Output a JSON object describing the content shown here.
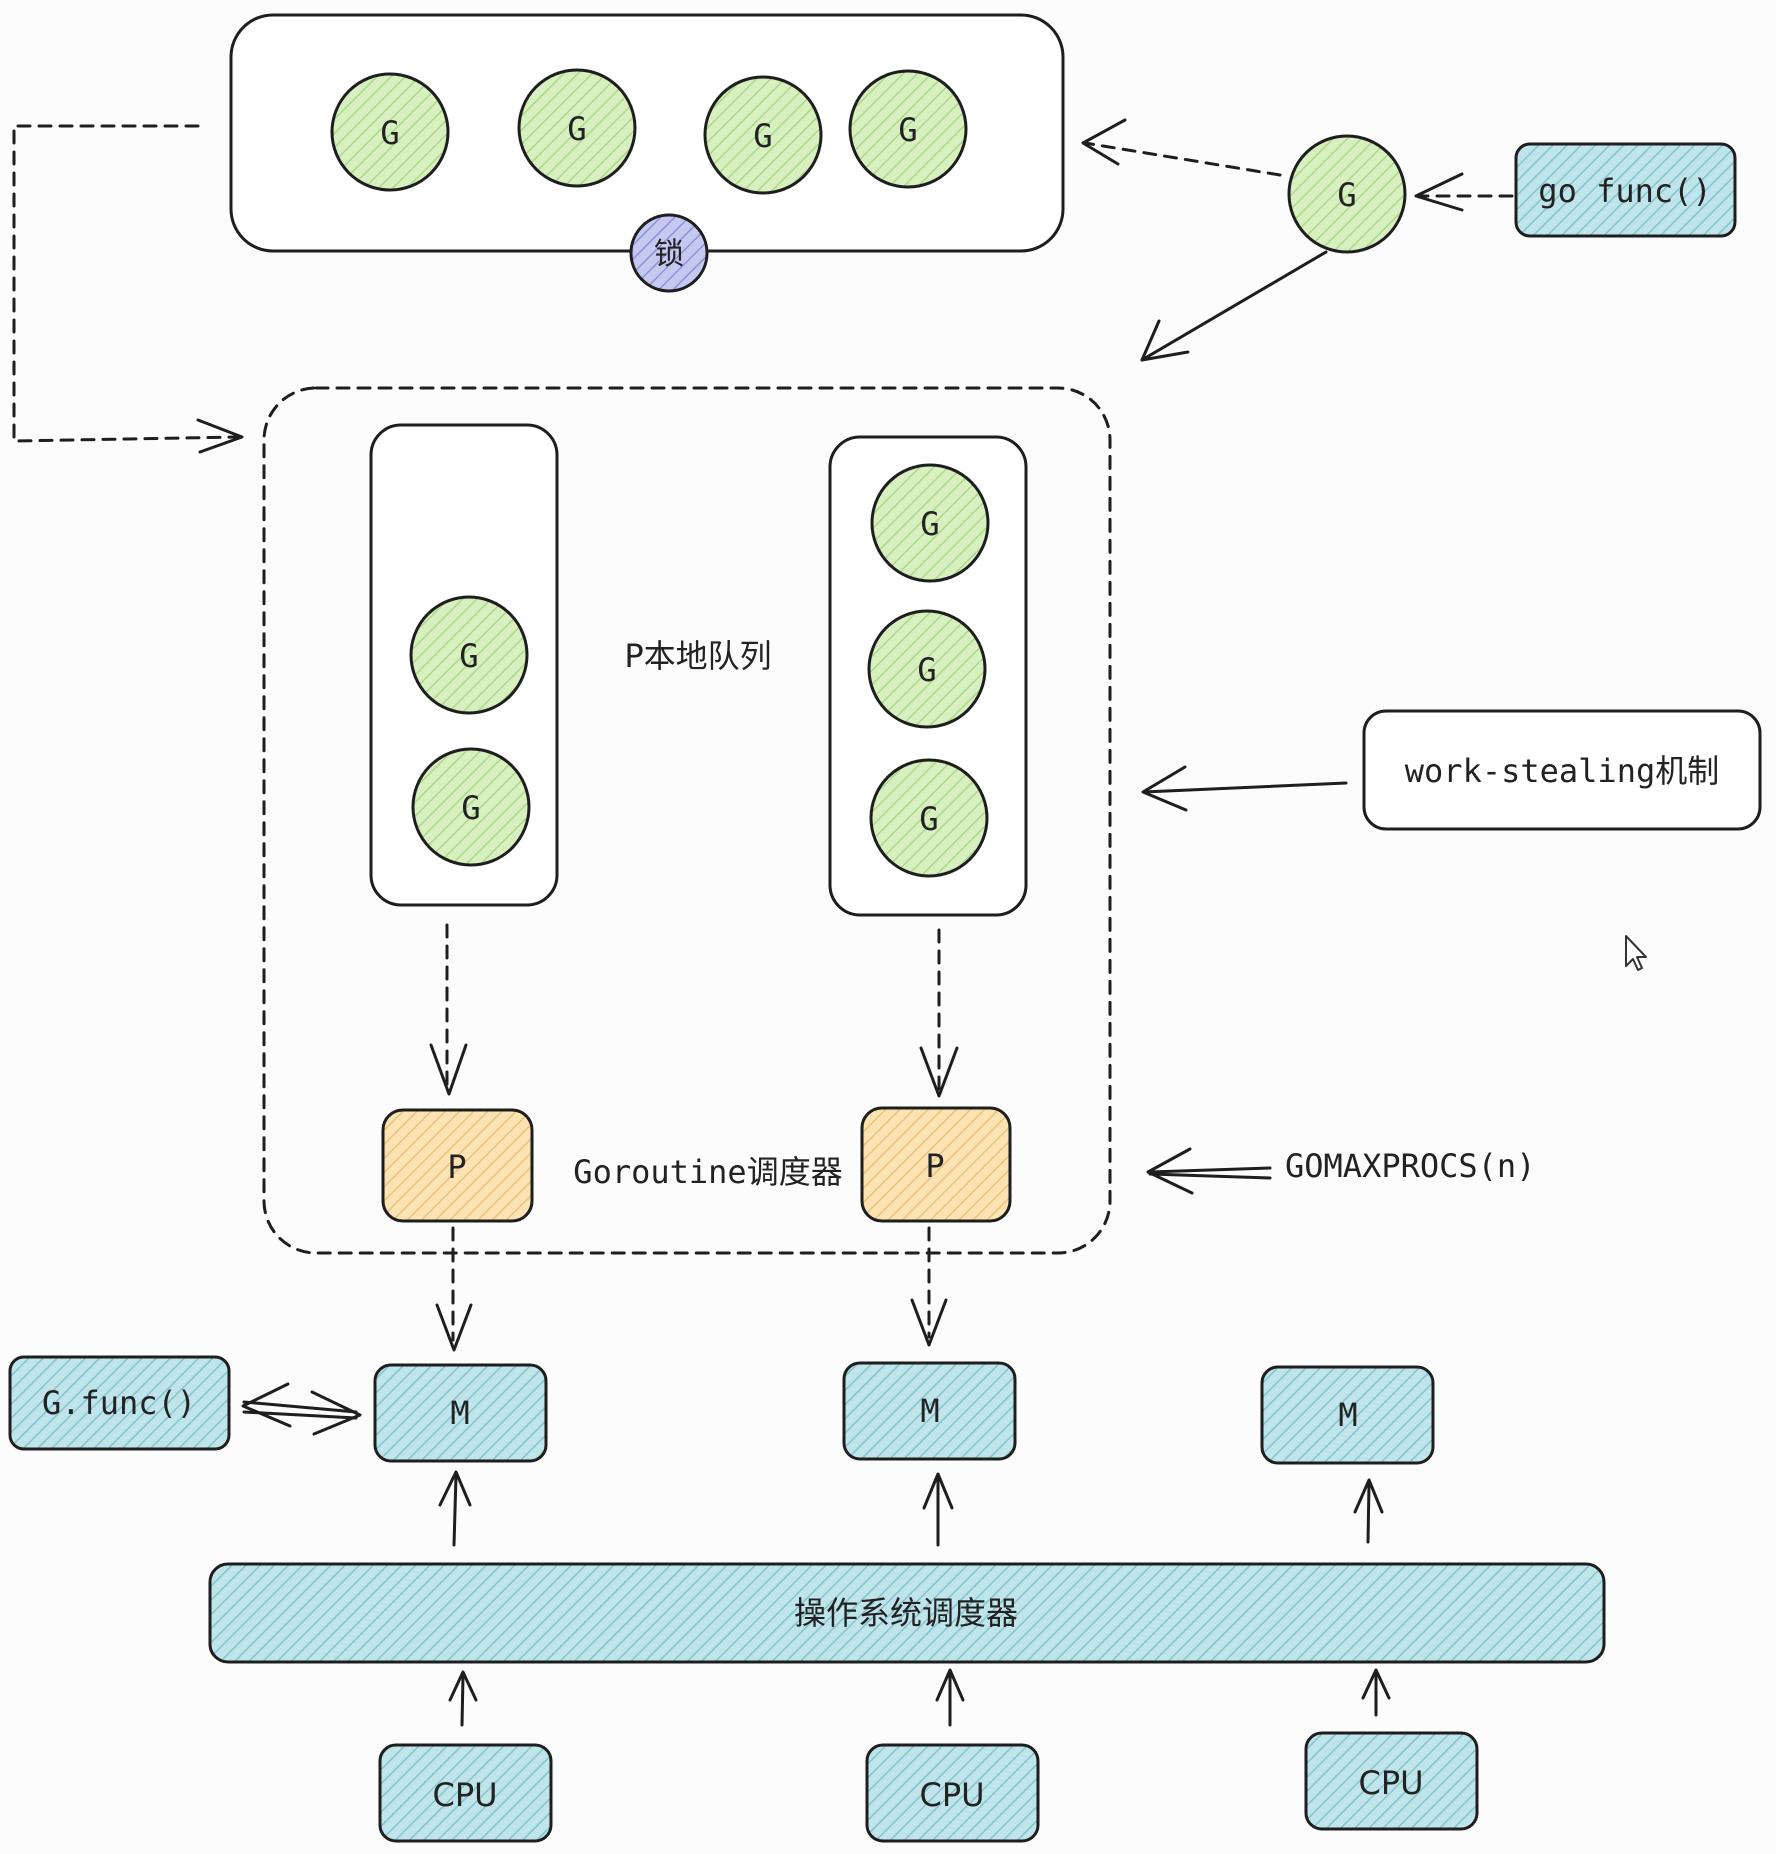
{
  "colors": {
    "goroutine_fill": "#d8efc0",
    "processor_fill": "#fbe3b4",
    "machine_fill": "#bfe4ea",
    "lock_fill": "#c5c9f0",
    "stroke": "#1e1e1e",
    "background": "#fcfcfc"
  },
  "global_queue": {
    "goroutine_label": "G",
    "lock_label": "锁"
  },
  "new_goroutine": {
    "label": "G",
    "source_label": "go func()"
  },
  "local_queues": {
    "label": "P本地队列",
    "goroutine_label": "G"
  },
  "scheduler": {
    "label": "Goroutine调度器",
    "processor_label": "P"
  },
  "annotations": {
    "work_stealing": "work-stealing机制",
    "gomaxprocs": "GOMAXPROCS(n)"
  },
  "machines": {
    "label": "M",
    "gfunc_label": "G.func()"
  },
  "os_scheduler": {
    "label": "操作系统调度器"
  },
  "cpus": {
    "label": "CPU"
  },
  "icons": [
    "mouse-cursor-icon"
  ]
}
